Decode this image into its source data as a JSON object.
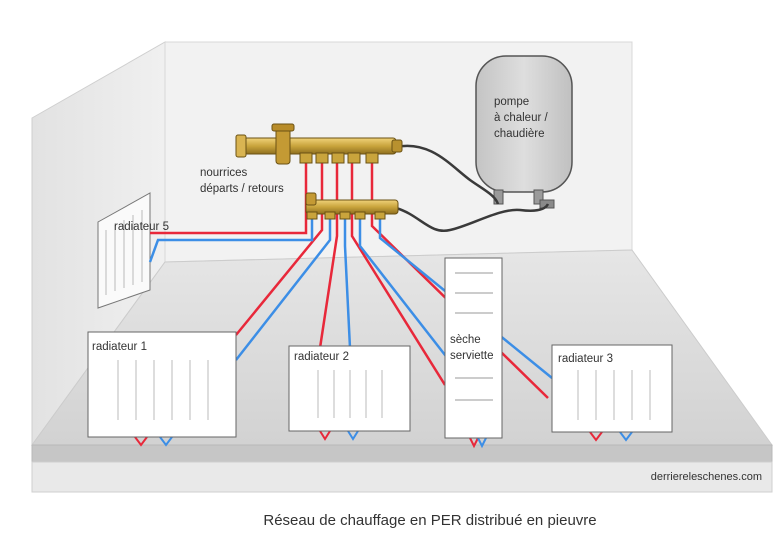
{
  "diagram": {
    "labels": {
      "boiler": [
        "pompe",
        "à chaleur /",
        "chaudière"
      ],
      "manifold": [
        "nourrices",
        "départs / retours"
      ],
      "radiator_5": "radiateur 5",
      "radiator_1": "radiateur 1",
      "radiator_2": "radiateur 2",
      "radiator_3": "radiateur 3",
      "towel_dryer": [
        "sèche",
        "serviette"
      ]
    },
    "watermark": "derriereleschenes.com",
    "caption": "Réseau de chauffage en PER distribué en pieuvre"
  },
  "colors": {
    "supply_pipe": "#e8283a",
    "return_pipe": "#3c8ee6",
    "brass": "#c9a43c",
    "boiler_fill": "#d6d6d6",
    "wall": "#ececec",
    "floor": "#dcdcdc"
  }
}
